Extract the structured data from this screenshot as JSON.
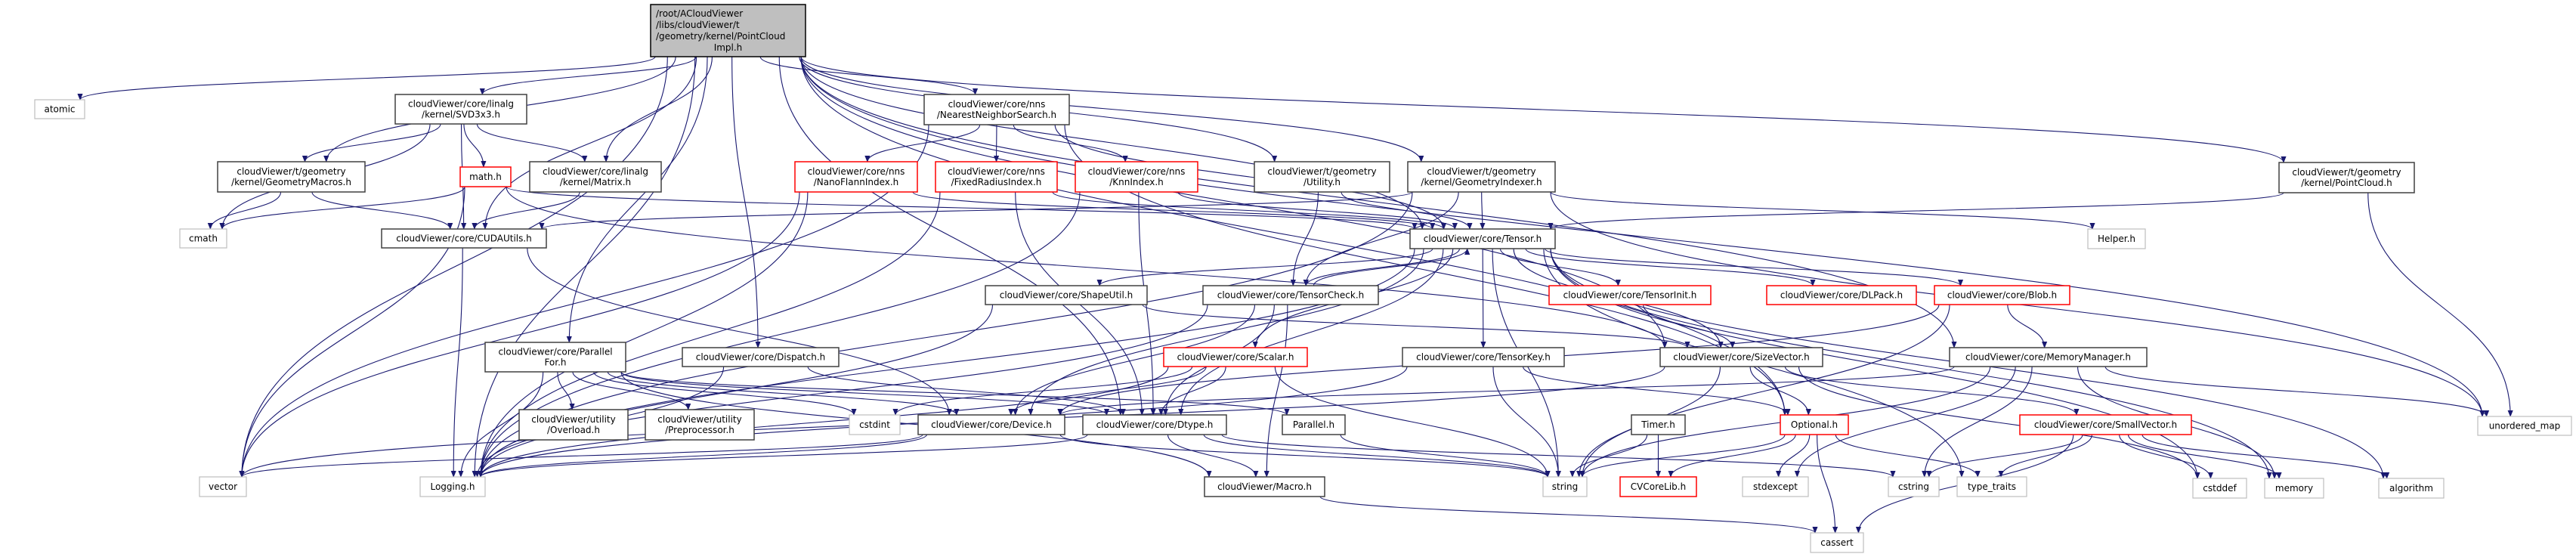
{
  "graph": {
    "type": "include-dependency-graph",
    "colors": {
      "edge": "#191970",
      "node_border": "#404040",
      "truncated_node_border": "#ff0000",
      "system_header_border": "#bfbfbf",
      "root_fill": "#bfbfbf",
      "root_border": "#000000"
    },
    "nodes": [
      {
        "id": "root",
        "lines": [
          "/root/ACloudViewer",
          "/libs/cloudViewer/t",
          "/geometry/kernel/PointCloud",
          "Impl.h"
        ],
        "kind": "root"
      },
      {
        "id": "atomic",
        "lines": [
          "atomic"
        ],
        "kind": "system"
      },
      {
        "id": "svd",
        "lines": [
          "cloudViewer/core/linalg",
          "/kernel/SVD3x3.h"
        ],
        "kind": "normal"
      },
      {
        "id": "gmacros",
        "lines": [
          "cloudViewer/t/geometry",
          "/kernel/GeometryMacros.h"
        ],
        "kind": "normal"
      },
      {
        "id": "math",
        "lines": [
          "math.h"
        ],
        "kind": "truncated"
      },
      {
        "id": "matrix",
        "lines": [
          "cloudViewer/core/linalg",
          "/kernel/Matrix.h"
        ],
        "kind": "normal"
      },
      {
        "id": "cmath",
        "lines": [
          "cmath"
        ],
        "kind": "system"
      },
      {
        "id": "cuda",
        "lines": [
          "cloudViewer/core/CUDAUtils.h"
        ],
        "kind": "normal"
      },
      {
        "id": "pfor",
        "lines": [
          "cloudViewer/core/Parallel",
          "For.h"
        ],
        "kind": "normal"
      },
      {
        "id": "dispatch",
        "lines": [
          "cloudViewer/core/Dispatch.h"
        ],
        "kind": "normal"
      },
      {
        "id": "overload",
        "lines": [
          "cloudViewer/utility",
          "/Overload.h"
        ],
        "kind": "normal"
      },
      {
        "id": "preproc",
        "lines": [
          "cloudViewer/utility",
          "/Preprocessor.h"
        ],
        "kind": "normal"
      },
      {
        "id": "vector",
        "lines": [
          "vector"
        ],
        "kind": "system"
      },
      {
        "id": "logging",
        "lines": [
          "Logging.h"
        ],
        "kind": "system"
      },
      {
        "id": "nns",
        "lines": [
          "cloudViewer/core/nns",
          "/NearestNeighborSearch.h"
        ],
        "kind": "normal"
      },
      {
        "id": "nanoflann",
        "lines": [
          "cloudViewer/core/nns",
          "/NanoFlannIndex.h"
        ],
        "kind": "truncated"
      },
      {
        "id": "fixedr",
        "lines": [
          "cloudViewer/core/nns",
          "/FixedRadiusIndex.h"
        ],
        "kind": "truncated"
      },
      {
        "id": "knn",
        "lines": [
          "cloudViewer/core/nns",
          "/KnnIndex.h"
        ],
        "kind": "truncated"
      },
      {
        "id": "utility",
        "lines": [
          "cloudViewer/t/geometry",
          "/Utility.h"
        ],
        "kind": "normal"
      },
      {
        "id": "gindexer",
        "lines": [
          "cloudViewer/t/geometry",
          "/kernel/GeometryIndexer.h"
        ],
        "kind": "normal"
      },
      {
        "id": "pointcloud",
        "lines": [
          "cloudViewer/t/geometry",
          "/kernel/PointCloud.h"
        ],
        "kind": "normal"
      },
      {
        "id": "tensor",
        "lines": [
          "cloudViewer/core/Tensor.h"
        ],
        "kind": "normal"
      },
      {
        "id": "helper",
        "lines": [
          "Helper.h"
        ],
        "kind": "system"
      },
      {
        "id": "shapeutil",
        "lines": [
          "cloudViewer/core/ShapeUtil.h"
        ],
        "kind": "normal"
      },
      {
        "id": "tensorcheck",
        "lines": [
          "cloudViewer/core/TensorCheck.h"
        ],
        "kind": "normal"
      },
      {
        "id": "tensorinit",
        "lines": [
          "cloudViewer/core/TensorInit.h"
        ],
        "kind": "truncated"
      },
      {
        "id": "dlpack",
        "lines": [
          "cloudViewer/core/DLPack.h"
        ],
        "kind": "truncated"
      },
      {
        "id": "blob",
        "lines": [
          "cloudViewer/core/Blob.h"
        ],
        "kind": "truncated"
      },
      {
        "id": "scalar",
        "lines": [
          "cloudViewer/core/Scalar.h"
        ],
        "kind": "truncated"
      },
      {
        "id": "tensorkey",
        "lines": [
          "cloudViewer/core/TensorKey.h"
        ],
        "kind": "normal"
      },
      {
        "id": "sizevector",
        "lines": [
          "cloudViewer/core/SizeVector.h"
        ],
        "kind": "normal"
      },
      {
        "id": "memmgr",
        "lines": [
          "cloudViewer/core/MemoryManager.h"
        ],
        "kind": "normal"
      },
      {
        "id": "cstdint",
        "lines": [
          "cstdint"
        ],
        "kind": "system"
      },
      {
        "id": "device",
        "lines": [
          "cloudViewer/core/Device.h"
        ],
        "kind": "normal"
      },
      {
        "id": "dtype",
        "lines": [
          "cloudViewer/core/Dtype.h"
        ],
        "kind": "normal"
      },
      {
        "id": "parallel",
        "lines": [
          "Parallel.h"
        ],
        "kind": "normal"
      },
      {
        "id": "timer",
        "lines": [
          "Timer.h"
        ],
        "kind": "normal"
      },
      {
        "id": "optional",
        "lines": [
          "Optional.h"
        ],
        "kind": "truncated"
      },
      {
        "id": "smallvector",
        "lines": [
          "cloudViewer/core/SmallVector.h"
        ],
        "kind": "truncated"
      },
      {
        "id": "unordered_map",
        "lines": [
          "unordered_map"
        ],
        "kind": "system"
      },
      {
        "id": "macro",
        "lines": [
          "cloudViewer/Macro.h"
        ],
        "kind": "normal"
      },
      {
        "id": "string",
        "lines": [
          "string"
        ],
        "kind": "system"
      },
      {
        "id": "cvcorelib",
        "lines": [
          "CVCoreLib.h"
        ],
        "kind": "truncated"
      },
      {
        "id": "stdexcept",
        "lines": [
          "stdexcept"
        ],
        "kind": "system"
      },
      {
        "id": "cstring",
        "lines": [
          "cstring"
        ],
        "kind": "system"
      },
      {
        "id": "type_traits",
        "lines": [
          "type_traits"
        ],
        "kind": "system"
      },
      {
        "id": "cstddef",
        "lines": [
          "cstddef"
        ],
        "kind": "system"
      },
      {
        "id": "memory",
        "lines": [
          "memory"
        ],
        "kind": "system"
      },
      {
        "id": "algorithm",
        "lines": [
          "algorithm"
        ],
        "kind": "system"
      },
      {
        "id": "cassert",
        "lines": [
          "cassert"
        ],
        "kind": "system"
      }
    ],
    "edges": [
      [
        "root",
        "atomic"
      ],
      [
        "root",
        "svd"
      ],
      [
        "root",
        "gmacros"
      ],
      [
        "root",
        "matrix"
      ],
      [
        "root",
        "cuda"
      ],
      [
        "root",
        "vector"
      ],
      [
        "root",
        "logging"
      ],
      [
        "root",
        "pfor"
      ],
      [
        "root",
        "dispatch"
      ],
      [
        "root",
        "dtype"
      ],
      [
        "root",
        "nns"
      ],
      [
        "root",
        "utility"
      ],
      [
        "root",
        "gindexer"
      ],
      [
        "root",
        "tensor"
      ],
      [
        "root",
        "pointcloud"
      ],
      [
        "root",
        "memmgr"
      ],
      [
        "root",
        "sizevector"
      ],
      [
        "root",
        "optional"
      ],
      [
        "root",
        "unordered_map"
      ],
      [
        "svd",
        "gmacros"
      ],
      [
        "svd",
        "math"
      ],
      [
        "svd",
        "matrix"
      ],
      [
        "svd",
        "cuda"
      ],
      [
        "svd",
        "cmath"
      ],
      [
        "gmacros",
        "cmath"
      ],
      [
        "gmacros",
        "cuda"
      ],
      [
        "math",
        "cmath"
      ],
      [
        "math",
        "vector"
      ],
      [
        "math",
        "tensor"
      ],
      [
        "math",
        "sizevector"
      ],
      [
        "matrix",
        "cuda"
      ],
      [
        "cuda",
        "logging"
      ],
      [
        "cuda",
        "device"
      ],
      [
        "nns",
        "nanoflann"
      ],
      [
        "nns",
        "fixedr"
      ],
      [
        "nns",
        "knn"
      ],
      [
        "nns",
        "tensor"
      ],
      [
        "nns",
        "vector"
      ],
      [
        "nns",
        "optional"
      ],
      [
        "nanoflann",
        "tensor"
      ],
      [
        "nanoflann",
        "vector"
      ],
      [
        "nanoflann",
        "logging"
      ],
      [
        "fixedr",
        "tensor"
      ],
      [
        "fixedr",
        "dtype"
      ],
      [
        "fixedr",
        "logging"
      ],
      [
        "knn",
        "tensor"
      ],
      [
        "knn",
        "dtype"
      ],
      [
        "knn",
        "logging"
      ],
      [
        "utility",
        "tensor"
      ],
      [
        "utility",
        "tensorcheck"
      ],
      [
        "gindexer",
        "tensor"
      ],
      [
        "gindexer",
        "tensorcheck"
      ],
      [
        "gindexer",
        "cuda"
      ],
      [
        "gindexer",
        "helper"
      ],
      [
        "gindexer",
        "logging"
      ],
      [
        "gindexer",
        "unordered_map"
      ],
      [
        "pointcloud",
        "tensor"
      ],
      [
        "pointcloud",
        "unordered_map"
      ],
      [
        "tensor",
        "shapeutil"
      ],
      [
        "tensor",
        "tensorcheck"
      ],
      [
        "tensor",
        "scalar"
      ],
      [
        "tensor",
        "tensorkey"
      ],
      [
        "tensor",
        "tensorinit"
      ],
      [
        "tensor",
        "dlpack"
      ],
      [
        "tensor",
        "blob"
      ],
      [
        "tensor",
        "sizevector"
      ],
      [
        "tensor",
        "device"
      ],
      [
        "tensor",
        "dtype"
      ],
      [
        "tensor",
        "string"
      ],
      [
        "tensor",
        "cstddef"
      ],
      [
        "tensor",
        "memory"
      ],
      [
        "tensor",
        "algorithm"
      ],
      [
        "tensor",
        "type_traits"
      ],
      [
        "tensor",
        "logging"
      ],
      [
        "tensorcheck",
        "tensor"
      ],
      [
        "tensorcheck",
        "device"
      ],
      [
        "tensorcheck",
        "dtype"
      ],
      [
        "tensorcheck",
        "macro"
      ],
      [
        "tensorcheck",
        "logging"
      ],
      [
        "shapeutil",
        "sizevector"
      ],
      [
        "shapeutil",
        "logging"
      ],
      [
        "tensorinit",
        "sizevector"
      ],
      [
        "tensorkey",
        "logging"
      ],
      [
        "tensorkey",
        "string"
      ],
      [
        "tensorkey",
        "optional"
      ],
      [
        "scalar",
        "dtype"
      ],
      [
        "scalar",
        "device"
      ],
      [
        "scalar",
        "cstdint"
      ],
      [
        "scalar",
        "logging"
      ],
      [
        "scalar",
        "string"
      ],
      [
        "blob",
        "memmgr"
      ],
      [
        "blob",
        "device"
      ],
      [
        "blob",
        "string"
      ],
      [
        "sizevector",
        "optional"
      ],
      [
        "sizevector",
        "smallvector"
      ],
      [
        "sizevector",
        "string"
      ],
      [
        "sizevector",
        "vector"
      ],
      [
        "sizevector",
        "cstddef"
      ],
      [
        "memmgr",
        "device"
      ],
      [
        "memmgr",
        "cstring"
      ],
      [
        "memmgr",
        "memory"
      ],
      [
        "memmgr",
        "stdexcept"
      ],
      [
        "memmgr",
        "string"
      ],
      [
        "memmgr",
        "unordered_map"
      ],
      [
        "device",
        "logging"
      ],
      [
        "device",
        "string"
      ],
      [
        "device",
        "vector"
      ],
      [
        "dtype",
        "macro"
      ],
      [
        "dtype",
        "logging"
      ],
      [
        "dtype",
        "string"
      ],
      [
        "dtype",
        "cstring"
      ],
      [
        "dispatch",
        "dtype"
      ],
      [
        "dispatch",
        "logging"
      ],
      [
        "pfor",
        "overload"
      ],
      [
        "pfor",
        "preproc"
      ],
      [
        "pfor",
        "logging"
      ],
      [
        "pfor",
        "device"
      ],
      [
        "pfor",
        "dtype"
      ],
      [
        "pfor",
        "parallel"
      ],
      [
        "pfor",
        "cstdint"
      ],
      [
        "pfor",
        "macro"
      ],
      [
        "parallel",
        "string"
      ],
      [
        "timer",
        "string"
      ],
      [
        "timer",
        "cvcorelib"
      ],
      [
        "optional",
        "stdexcept"
      ],
      [
        "optional",
        "string"
      ],
      [
        "optional",
        "type_traits"
      ],
      [
        "optional",
        "cassert"
      ],
      [
        "optional",
        "cvcorelib"
      ],
      [
        "smallvector",
        "cassert"
      ],
      [
        "smallvector",
        "cstddef"
      ],
      [
        "smallvector",
        "cstring"
      ],
      [
        "smallvector",
        "memory"
      ],
      [
        "smallvector",
        "algorithm"
      ],
      [
        "smallvector",
        "type_traits"
      ],
      [
        "macro",
        "cassert"
      ]
    ]
  }
}
